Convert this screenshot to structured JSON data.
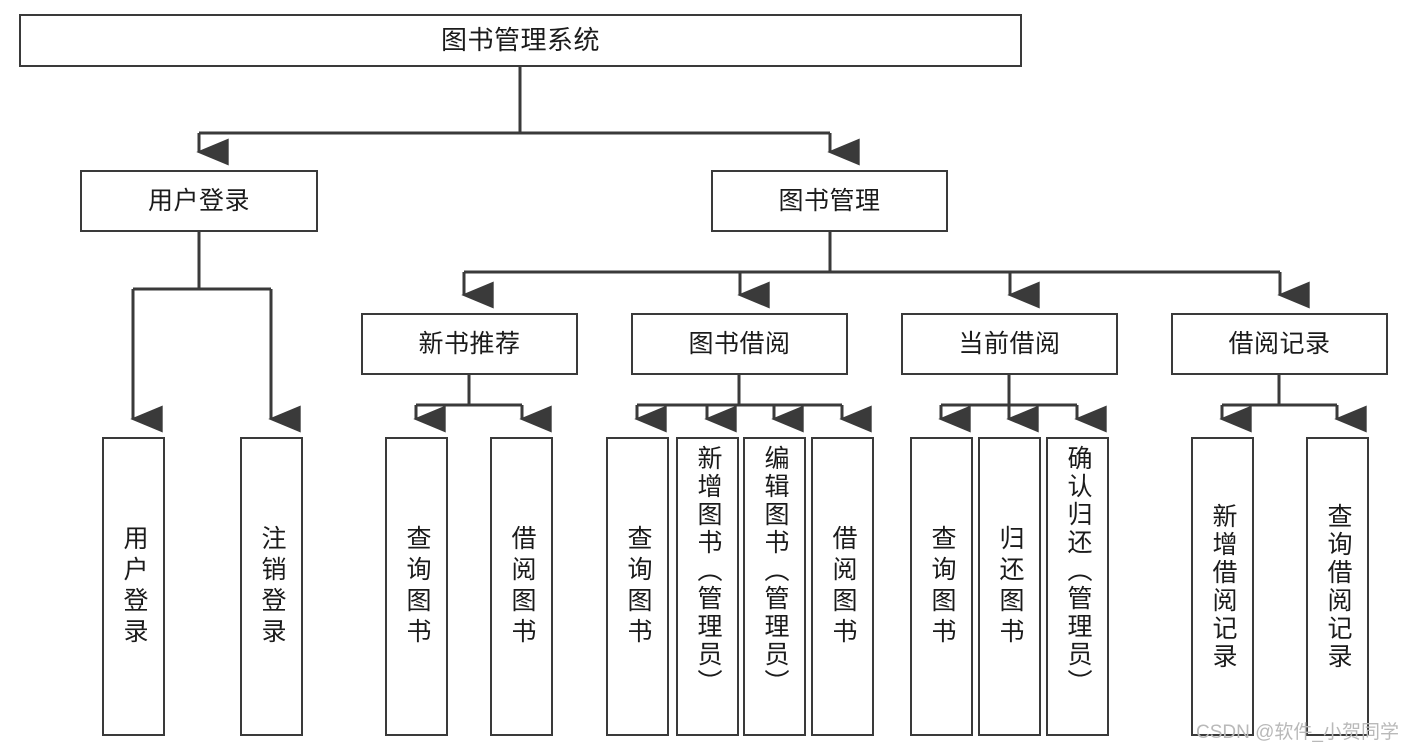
{
  "diagram": {
    "title": "图书管理系统",
    "type": "tree-hierarchy-diagram",
    "watermark": "CSDN @软件_小贺同学",
    "colors": {
      "stroke": "#3a3a3a",
      "fill": "#ffffff",
      "text": "#1b1b1b",
      "watermark": "#b9b9b9"
    },
    "nodes": {
      "root": {
        "label": "图书管理系统"
      },
      "level2": [
        {
          "id": "user-login",
          "label": "用户登录"
        },
        {
          "id": "book-management",
          "label": "图书管理"
        }
      ],
      "level3": [
        {
          "id": "new-book-recommend",
          "label": "新书推荐"
        },
        {
          "id": "book-borrow",
          "label": "图书借阅"
        },
        {
          "id": "current-borrow",
          "label": "当前借阅"
        },
        {
          "id": "borrow-record",
          "label": "借阅记录"
        }
      ],
      "leaves": {
        "user_login": [
          {
            "id": "leaf-user-login",
            "label": "用户登录"
          },
          {
            "id": "leaf-logout",
            "label": "注销登录"
          }
        ],
        "new_book_recommend": [
          {
            "id": "leaf-query-book-1",
            "label": "查询图书"
          },
          {
            "id": "leaf-borrow-book-1",
            "label": "借阅图书"
          }
        ],
        "book_borrow": [
          {
            "id": "leaf-query-book-2",
            "label": "查询图书"
          },
          {
            "id": "leaf-add-book",
            "label": "新增图书（管理员）"
          },
          {
            "id": "leaf-edit-book",
            "label": "编辑图书（管理员）"
          },
          {
            "id": "leaf-borrow-book-2",
            "label": "借阅图书"
          }
        ],
        "current_borrow": [
          {
            "id": "leaf-query-book-3",
            "label": "查询图书"
          },
          {
            "id": "leaf-return-book",
            "label": "归还图书"
          },
          {
            "id": "leaf-confirm-return",
            "label": "确认归还（管理员）"
          }
        ],
        "borrow_record": [
          {
            "id": "leaf-add-record",
            "label": "新增借阅记录"
          },
          {
            "id": "leaf-query-record",
            "label": "查询借阅记录"
          }
        ]
      }
    },
    "edges": [
      {
        "from": "图书管理系统",
        "to": "用户登录"
      },
      {
        "from": "图书管理系统",
        "to": "图书管理"
      },
      {
        "from": "用户登录",
        "to": "用户登录"
      },
      {
        "from": "用户登录",
        "to": "注销登录"
      },
      {
        "from": "图书管理",
        "to": "新书推荐"
      },
      {
        "from": "图书管理",
        "to": "图书借阅"
      },
      {
        "from": "图书管理",
        "to": "当前借阅"
      },
      {
        "from": "图书管理",
        "to": "借阅记录"
      },
      {
        "from": "新书推荐",
        "to": "查询图书"
      },
      {
        "from": "新书推荐",
        "to": "借阅图书"
      },
      {
        "from": "图书借阅",
        "to": "查询图书"
      },
      {
        "from": "图书借阅",
        "to": "新增图书（管理员）"
      },
      {
        "from": "图书借阅",
        "to": "编辑图书（管理员）"
      },
      {
        "from": "图书借阅",
        "to": "借阅图书"
      },
      {
        "from": "当前借阅",
        "to": "查询图书"
      },
      {
        "from": "当前借阅",
        "to": "归还图书"
      },
      {
        "from": "当前借阅",
        "to": "确认归还（管理员）"
      },
      {
        "from": "借阅记录",
        "to": "新增借阅记录"
      },
      {
        "from": "借阅记录",
        "to": "查询借阅记录"
      }
    ]
  }
}
